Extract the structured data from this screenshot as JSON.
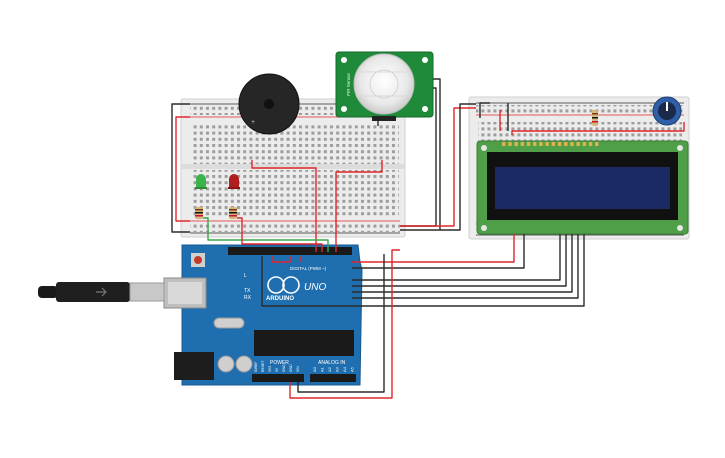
{
  "pir_sensor": {
    "side_label": "PIR Sensor"
  },
  "arduino": {
    "brand": "ARDUINO",
    "model": "UNO",
    "digital_label": "DIGITAL (PWM ~)",
    "power_label": "POWER",
    "analog_label": "ANALOG IN",
    "led_l": "L",
    "led_tx": "TX",
    "led_rx": "RX",
    "analog_pins": [
      "A0",
      "A1",
      "A2",
      "A3",
      "A4",
      "A5"
    ],
    "power_pins": [
      "IOREF",
      "RESET",
      "3V3",
      "5V",
      "GND",
      "GND",
      "VIN"
    ]
  },
  "lcd": {
    "pin_count": 16
  },
  "colors": {
    "wire_red": "#e0262a",
    "wire_black": "#2b2b2b",
    "wire_green": "#3aa84a",
    "board_blue": "#1f6fb0",
    "lcd_green": "#4f9e48",
    "lcd_screen": "#1b2a63",
    "breadboard": "#ebebeb"
  },
  "icons": {
    "usb": "usb-cable-icon",
    "buzzer": "piezo-buzzer-icon",
    "potentiometer": "potentiometer-icon",
    "led_green": "green-led-icon",
    "led_red": "red-led-icon"
  }
}
